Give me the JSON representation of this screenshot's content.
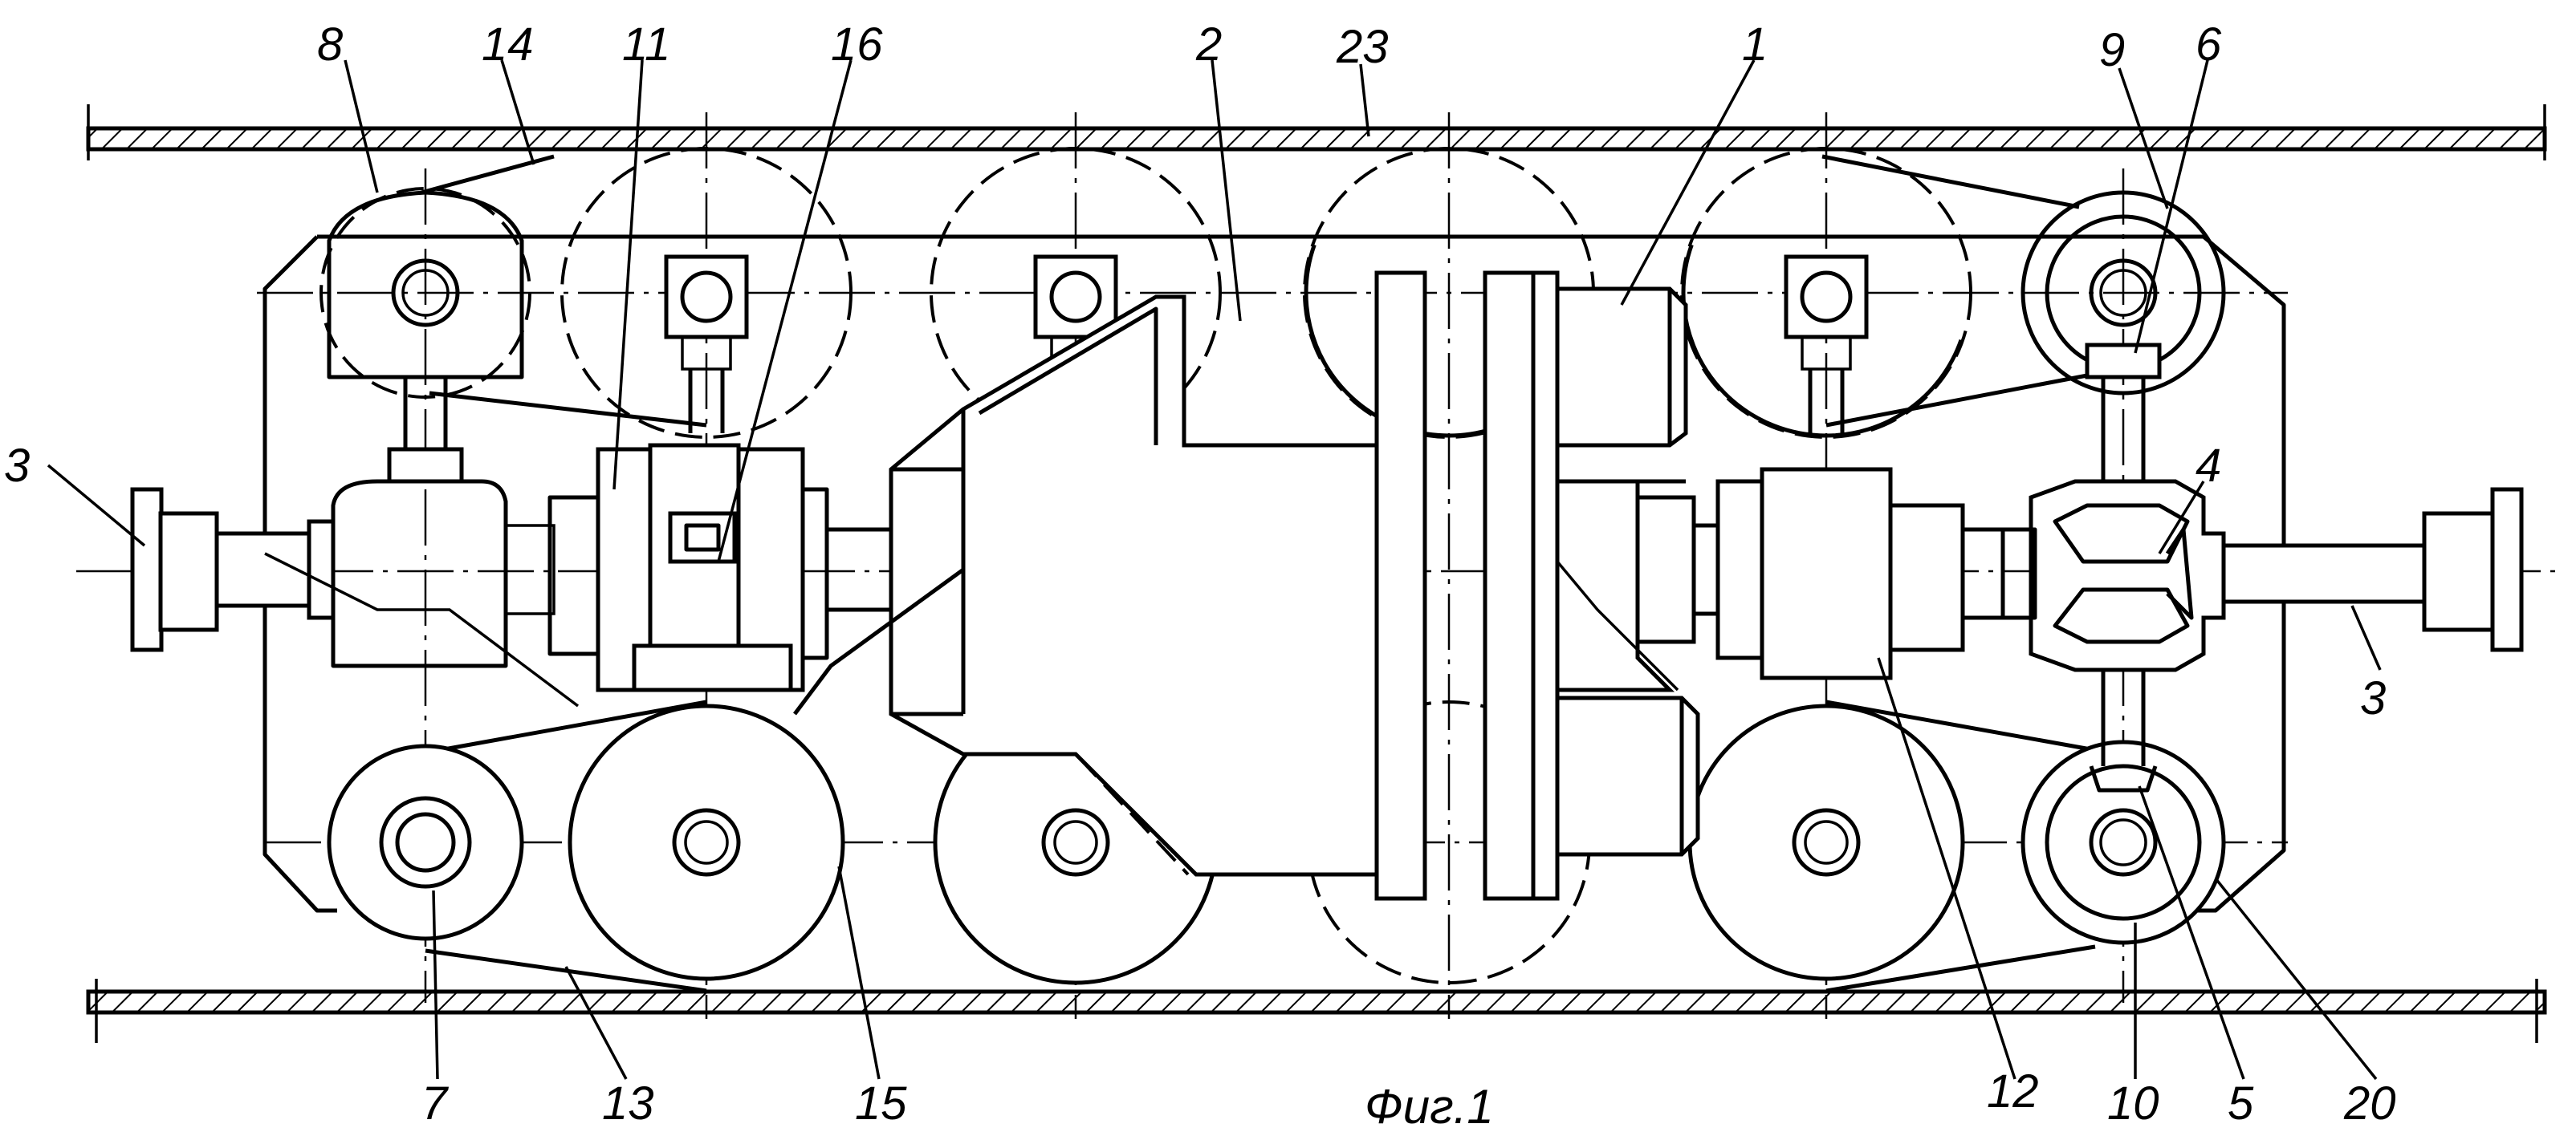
{
  "figure": {
    "caption": "Фиг.1",
    "callouts": [
      {
        "id": "c8",
        "text": "8"
      },
      {
        "id": "c14",
        "text": "14"
      },
      {
        "id": "c11",
        "text": "11"
      },
      {
        "id": "c16",
        "text": "16"
      },
      {
        "id": "c2",
        "text": "2"
      },
      {
        "id": "c23",
        "text": "23"
      },
      {
        "id": "c1",
        "text": "1"
      },
      {
        "id": "c9",
        "text": "9"
      },
      {
        "id": "c6",
        "text": "6"
      },
      {
        "id": "c3a",
        "text": "3"
      },
      {
        "id": "c4",
        "text": "4"
      },
      {
        "id": "c3b",
        "text": "3"
      },
      {
        "id": "c7",
        "text": "7"
      },
      {
        "id": "c13",
        "text": "13"
      },
      {
        "id": "c15",
        "text": "15"
      },
      {
        "id": "c12",
        "text": "12"
      },
      {
        "id": "c10",
        "text": "10"
      },
      {
        "id": "c5",
        "text": "5"
      },
      {
        "id": "c20",
        "text": "20"
      }
    ]
  },
  "colors": {
    "ink": "#000000",
    "paper": "#ffffff"
  }
}
